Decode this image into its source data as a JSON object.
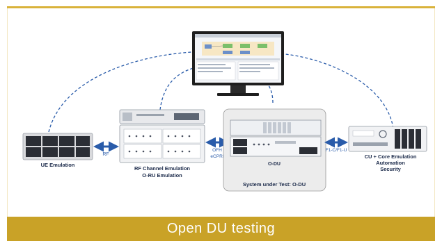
{
  "footer": {
    "title": "Open DU testing"
  },
  "labels": {
    "ue": "UE Emulation",
    "rf": "RF",
    "rf_channel_line1": "RF Channel Emulation",
    "rf_channel_line2": "O-RU Emulation",
    "ofh_line1": "OFH",
    "ofh_line2": "eCPRI",
    "odu": "O-DU",
    "sut": "System under Test: O-DU",
    "f1": "F1-C/F1-U",
    "cu_line1": "CU + Core Emulation",
    "cu_line2": "Automation",
    "cu_line3": "Security"
  },
  "colors": {
    "accent_gold": "#c9a227",
    "arrow_blue": "#2a5caa",
    "dashed_blue": "#2a5caa",
    "sut_box_fill": "#ececec"
  },
  "icons": [
    "monitor-icon",
    "ue-emulator-rack",
    "rf-channel-emulator-chassis",
    "odu-chassis",
    "cu-core-emulator-chassis"
  ]
}
